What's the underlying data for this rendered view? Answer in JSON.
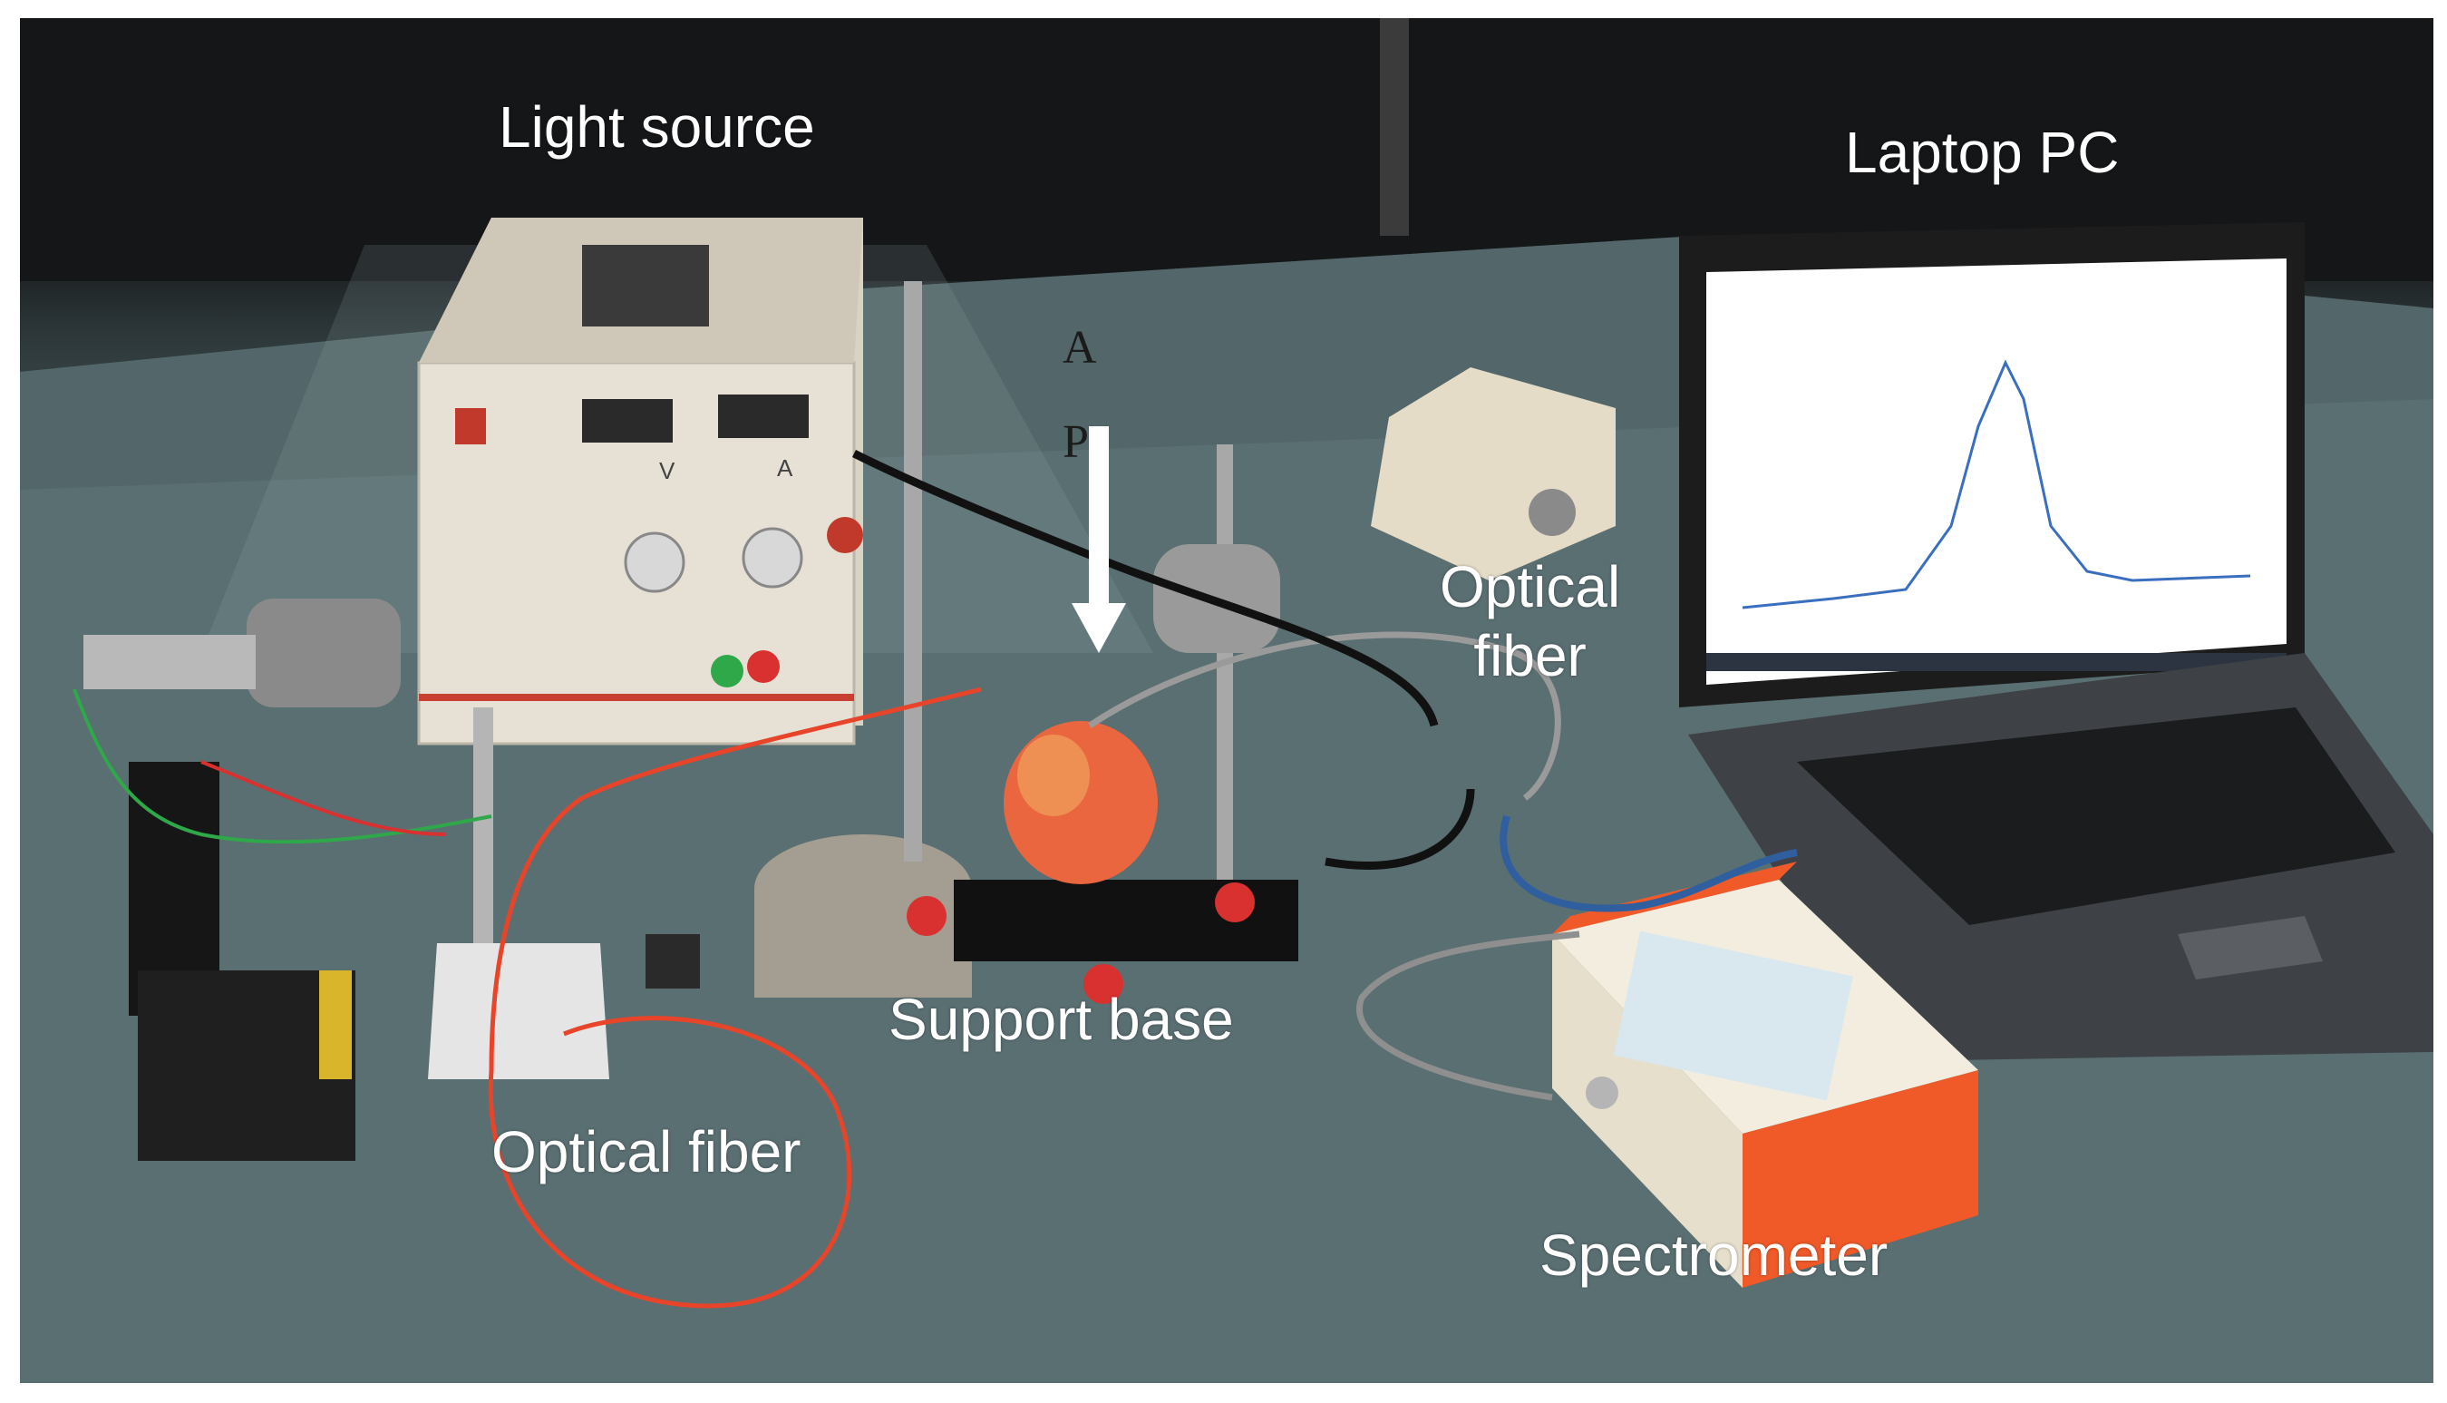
{
  "labels": {
    "light_source": "Light source",
    "laptop_pc": "Laptop PC",
    "optical_fiber_right_line1": "Optical",
    "optical_fiber_right_line2": "fiber",
    "support_base": "Support base",
    "optical_fiber_left": "Optical fiber",
    "spectrometer": "Spectrometer"
  },
  "markers": {
    "letter_a": "A",
    "letter_p": "P"
  },
  "light_source_panel": {
    "voltage_label": "V",
    "current_label": "A"
  },
  "colors": {
    "background": "#55696b",
    "table_surface": "#5b7073",
    "optical_fiber": "#e8442a",
    "spectrometer_case": "#f05a28",
    "apple": "#e9663f"
  }
}
